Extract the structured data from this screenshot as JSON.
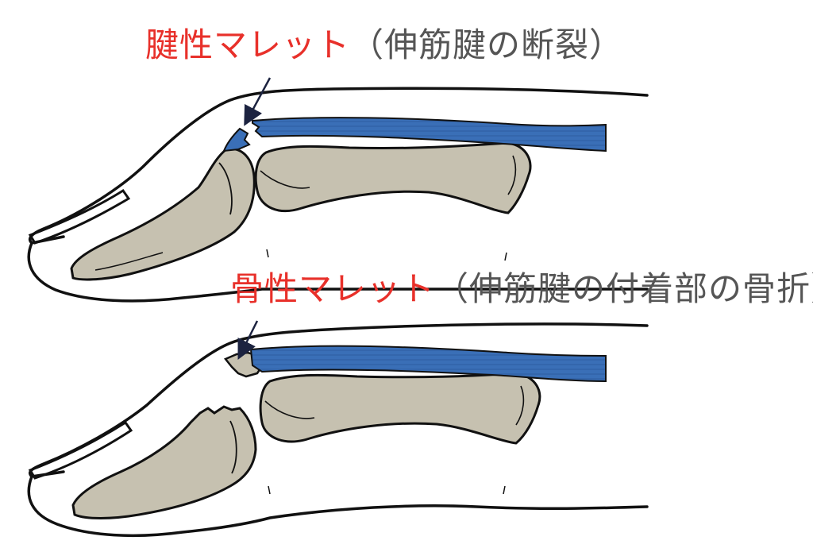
{
  "colors": {
    "label_red": "#e8302a",
    "label_gray": "#555555",
    "tendon_blue": "#3a6fb7",
    "bone_gray": "#c6c1b0",
    "outline": "#111111"
  },
  "top_panel": {
    "label_type": "腱性マレット",
    "label_detail": "（伸筋腱の断裂）"
  },
  "bottom_panel": {
    "label_type": "骨性マレット",
    "label_detail": "（伸筋腱の付着部の骨折）"
  },
  "icons": [
    "arrow-icon"
  ]
}
